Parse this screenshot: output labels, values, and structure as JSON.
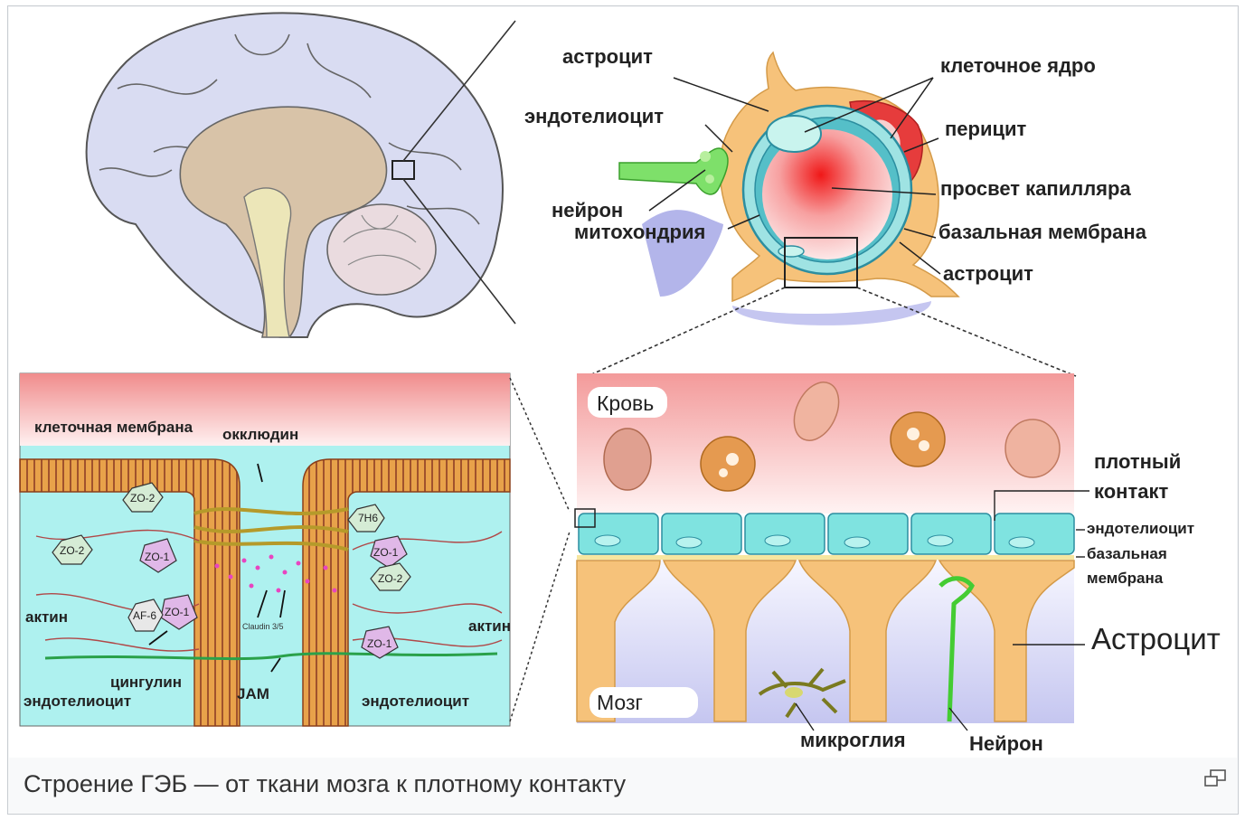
{
  "caption": "Строение ГЭБ — от ткани мозга к плотному контакту",
  "enlarge_icon": "magnify-clip-icon",
  "capillary_panel": {
    "labels": {
      "astrocyte_top": "астроцит",
      "endotheliocyte": "эндотелиоцит",
      "neuron": "нейрон",
      "mitochondria": "митохондрия",
      "cell_nucleus": "клеточное ядро",
      "pericyte": "перицит",
      "capillary_lumen": "просвет капилляра",
      "basal_membrane": "базальная мембрана",
      "astrocyte_bottom": "астроцит"
    }
  },
  "tight_junction_panel": {
    "labels": {
      "cell_membrane": "клеточная мембрана",
      "occludin": "окклюдин",
      "actin_left": "актин",
      "actin_right": "актин",
      "cingulin": "цингулин",
      "endotheliocyte_left": "эндотелиоцит",
      "endotheliocyte_right": "эндотелиоцит",
      "jam": "JAM",
      "claudin": "Claudin 3/5",
      "zo2_a": "ZO-2",
      "zo2_b": "ZO-2",
      "zo2_c": "ZO-2",
      "zo1_a": "ZO-1",
      "zo1_b": "ZO-1",
      "zo1_c": "ZO-1",
      "zo1_d": "ZO-1",
      "af6": "AF-6",
      "7h6": "7H6"
    }
  },
  "barrier_panel": {
    "labels": {
      "blood": "Кровь",
      "brain": "Мозг",
      "tight_contact_line1": "плотный",
      "tight_contact_line2": "контакт",
      "endotheliocyte": "эндотелиоцит",
      "basal_line1": "базальная",
      "basal_line2": "мембрана",
      "astrocyte": "Астроцит",
      "microglia": "микроглия",
      "neuron": "Нейрон"
    }
  },
  "colors": {
    "brain_cortex": "#d9dcf2",
    "brain_core": "#d8c3a8",
    "astrocyte": "#f6c27a",
    "endothelium": "#a8ecec",
    "pericyte": "#e63c3c",
    "blood": "#f4a0a0",
    "neuron": "#55cc44"
  }
}
